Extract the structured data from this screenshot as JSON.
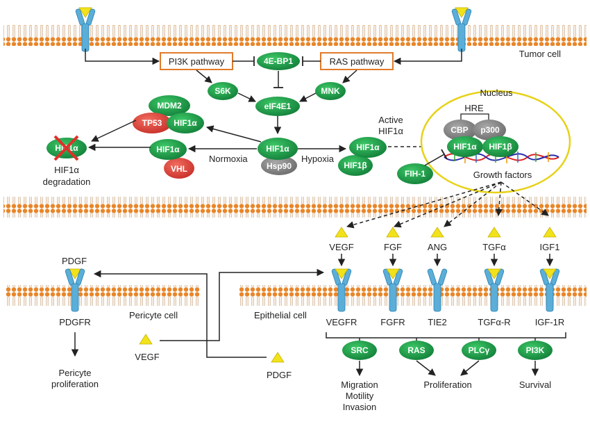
{
  "colors": {
    "membrane": "#e8862a",
    "membrane_line": "#c9a27a",
    "receptor": "#5aaed8",
    "ligand": "#f2e21a",
    "green_node": "#1f9a45",
    "red_node": "#e0483a",
    "gray_node": "#8a8a8a",
    "box_border": "#e07a2a",
    "nucleus_border": "#e6d21a"
  },
  "cells": {
    "tumor": "Tumor cell",
    "pericyte": "Pericyte cell",
    "epithelial": "Epithelial cell",
    "nucleus": "Nucleus"
  },
  "pathways": {
    "pi3k": "PI3K pathway",
    "ras": "RAS pathway"
  },
  "nodes": {
    "ebp1": "4E-BP1",
    "s6k": "S6K",
    "mnk": "MNK",
    "eif4e1": "eIF4E1",
    "mdm2": "MDM2",
    "tp53": "TP53",
    "hif1a_mdm2": "HIF1α",
    "hif1a_vhl": "HIF1α",
    "vhl": "VHL",
    "hif1a_center": "HIF1α",
    "hsp90": "Hsp90",
    "hif1a_active": "HIF1α",
    "hif1b_active": "HIF1β",
    "hif1a_degraded": "HIF1α",
    "cbp": "CBP",
    "p300": "p300",
    "hif1a_nucleus": "HIF1α",
    "hif1b_nucleus": "HIF1β",
    "fih1": "FIH-1",
    "src": "SRC",
    "ras": "RAS",
    "plcg": "PLCγ",
    "pi3k": "PI3K"
  },
  "labels": {
    "degradation_1": "HIF1α",
    "degradation_2": "degradation",
    "normoxia": "Normoxia",
    "hypoxia": "Hypoxia",
    "active_1": "Active",
    "active_2": "HIF1α",
    "hre": "HRE",
    "growth_factors": "Growth  factors"
  },
  "ligands": {
    "vegf": "VEGF",
    "fgf": "FGF",
    "ang": "ANG",
    "tgfa": "TGFα",
    "igf1": "IGF1",
    "pdgf_top": "PDGF",
    "vegf_free": "VEGF",
    "pdgf_free": "PDGF"
  },
  "receptors": {
    "pdgfr": "PDGFR",
    "vegfr": "VEGFR",
    "fgfr": "FGFR",
    "tie2": "TIE2",
    "tgfar": "TGFα-R",
    "igf1r": "IGF-1R"
  },
  "outcomes": {
    "pericyte_1": "Pericyte",
    "pericyte_2": "proliferation",
    "migration": "Migration",
    "motility": "Motility",
    "invasion": "Invasion",
    "proliferation": "Proliferation",
    "survival": "Survival"
  }
}
